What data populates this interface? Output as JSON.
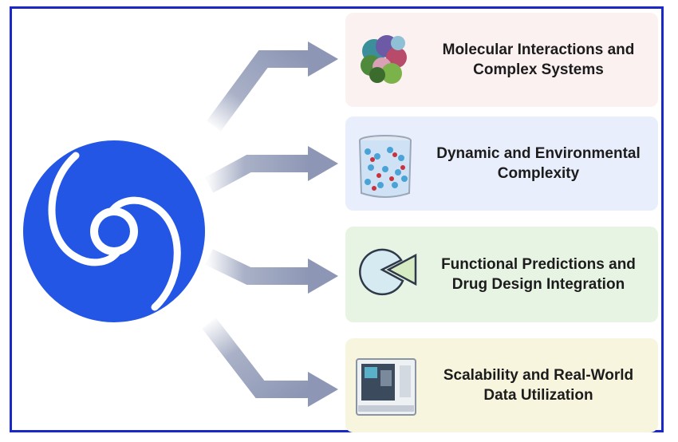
{
  "colors": {
    "frame_border": "#1a28c8",
    "logo_blue": "#2456e6",
    "arrow_gray": "#8d97b5"
  },
  "cards": [
    {
      "label": "Molecular Interactions and\nComplex Systems",
      "icon": "protein-complex-icon",
      "bg": "#fbf1f1"
    },
    {
      "label": "Dynamic and Environmental\nComplexity",
      "icon": "beaker-molecules-icon",
      "bg": "#e8eefb"
    },
    {
      "label": "Functional Predictions and\nDrug Design Integration",
      "icon": "pacman-binding-icon",
      "bg": "#e8f4e3"
    },
    {
      "label": "Scalability and Real-World\nData Utilization",
      "icon": "lab-instrument-icon",
      "bg": "#f7f5dd"
    }
  ]
}
